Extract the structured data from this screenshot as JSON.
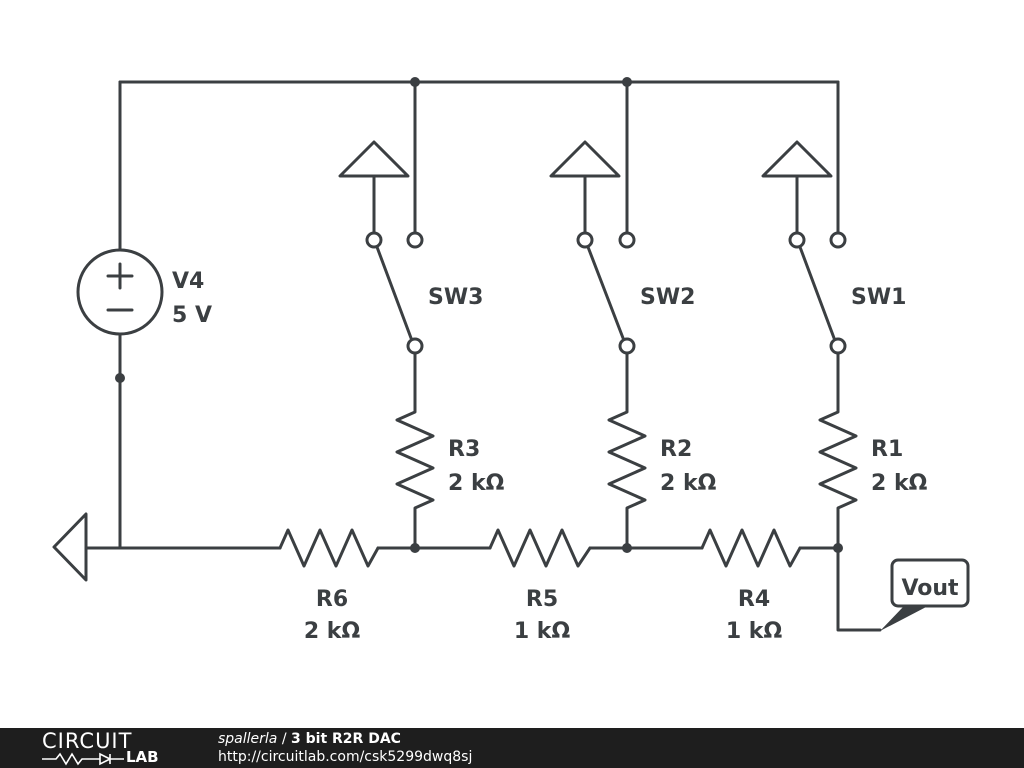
{
  "components": {
    "v4": {
      "name": "V4",
      "value": "5 V"
    },
    "sw1": {
      "name": "SW1"
    },
    "sw2": {
      "name": "SW2"
    },
    "sw3": {
      "name": "SW3"
    },
    "r1": {
      "name": "R1",
      "value": "2 kΩ"
    },
    "r2": {
      "name": "R2",
      "value": "2 kΩ"
    },
    "r3": {
      "name": "R3",
      "value": "2 kΩ"
    },
    "r4": {
      "name": "R4",
      "value": "1 kΩ"
    },
    "r5": {
      "name": "R5",
      "value": "1 kΩ"
    },
    "r6": {
      "name": "R6",
      "value": "2 kΩ"
    },
    "vout": {
      "label": "Vout"
    }
  },
  "footer": {
    "logo_top": "CIRCUIT",
    "logo_bottom": "LAB",
    "author": "spallerla",
    "separator": " / ",
    "title": "3 bit R2R DAC",
    "url": "http://circuitlab.com/csk5299dwq8sj"
  },
  "colors": {
    "ink": "#3b3f42",
    "footer_bg": "#1e1e1e"
  }
}
